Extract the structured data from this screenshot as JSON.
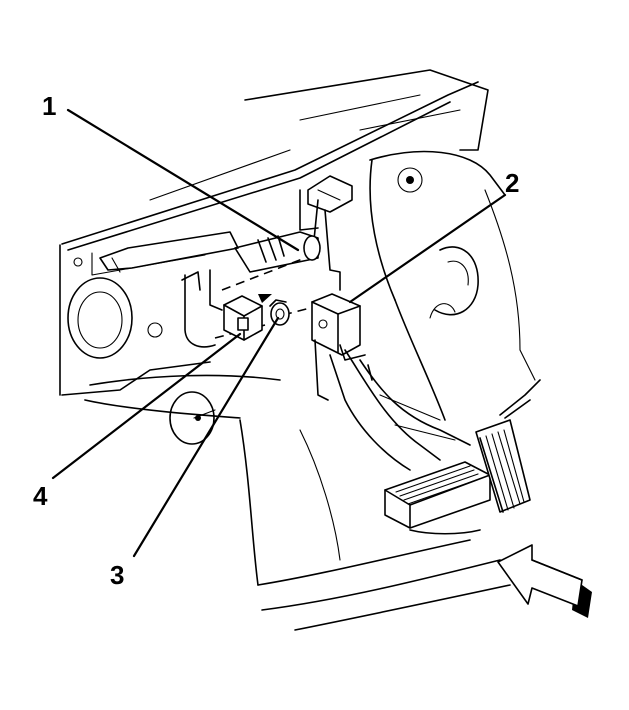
{
  "callouts": [
    {
      "id": "1",
      "label": "1"
    },
    {
      "id": "2",
      "label": "2"
    },
    {
      "id": "3",
      "label": "3"
    },
    {
      "id": "4",
      "label": "4"
    }
  ],
  "icons": {
    "view_arrow": "view-direction-arrow-icon"
  },
  "colors": {
    "line": "#000000",
    "background": "#ffffff"
  }
}
